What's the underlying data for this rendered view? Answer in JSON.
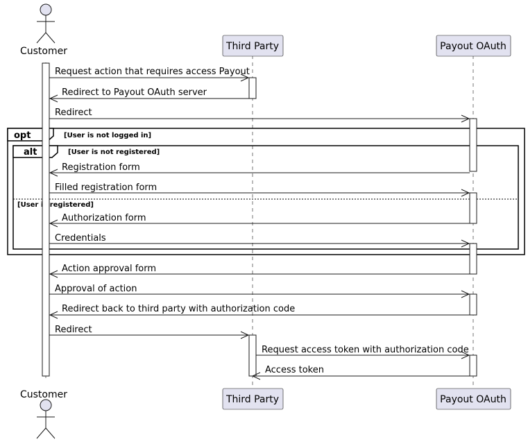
{
  "participants": {
    "customer": "Customer",
    "third_party": "Third Party",
    "payout_oauth": "Payout OAuth"
  },
  "messages": [
    "Request action that requires access Payout",
    "Redirect to Payout OAuth server",
    "Redirect",
    "Registration form",
    "Filled registration form",
    "Authorization form",
    "Credentials",
    "Action approval form",
    "Approval of action",
    "Redirect back to third party with authorization code",
    "Redirect",
    "Request access token with authorization code",
    "Access token"
  ],
  "fragments": {
    "opt": {
      "keyword": "opt",
      "guard": "[User is not logged in]"
    },
    "alt": {
      "keyword": "alt",
      "guard": "[User is not registered]",
      "else_guard": "[User is registered]"
    }
  },
  "colors": {
    "participant_fill": "#e2e2f0",
    "line": "#181818"
  }
}
